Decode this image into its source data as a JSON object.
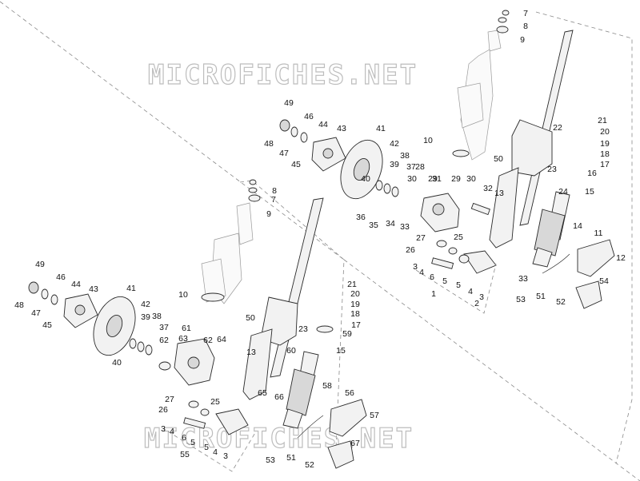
{
  "watermark": {
    "text_top": "MICROFICHES.NET",
    "text_bottom": "MICROFICHES.NET"
  },
  "colors": {
    "line": "#2a2a2a",
    "fill": "#f2f2f2",
    "watermark": "#bdbdbd",
    "guide": "#8a8a8a"
  },
  "callouts": {
    "upper": [
      "7",
      "8",
      "9",
      "10",
      "50",
      "22",
      "21",
      "20",
      "19",
      "18",
      "17",
      "16",
      "23",
      "24",
      "15",
      "14",
      "11",
      "12",
      "54",
      "52",
      "51",
      "53",
      "49",
      "46",
      "44",
      "43",
      "48",
      "47",
      "45",
      "41",
      "42",
      "39",
      "38",
      "37",
      "40",
      "28",
      "31",
      "29",
      "30",
      "30",
      "29",
      "32",
      "13",
      "36",
      "35",
      "34",
      "33",
      "33",
      "27",
      "25",
      "26",
      "3",
      "4",
      "6",
      "5",
      "5",
      "4",
      "3",
      "1",
      "2"
    ],
    "lower": [
      "49",
      "46",
      "44",
      "43",
      "48",
      "47",
      "45",
      "41",
      "42",
      "39",
      "38",
      "37",
      "40",
      "61",
      "63",
      "62",
      "62",
      "64",
      "8",
      "7",
      "9",
      "10",
      "50",
      "21",
      "20",
      "19",
      "18",
      "17",
      "23",
      "59",
      "60",
      "15",
      "13",
      "58",
      "65",
      "66",
      "56",
      "57",
      "27",
      "25",
      "26",
      "3",
      "4",
      "6",
      "5",
      "5",
      "4",
      "3",
      "55",
      "53",
      "51",
      "52",
      "67"
    ]
  }
}
